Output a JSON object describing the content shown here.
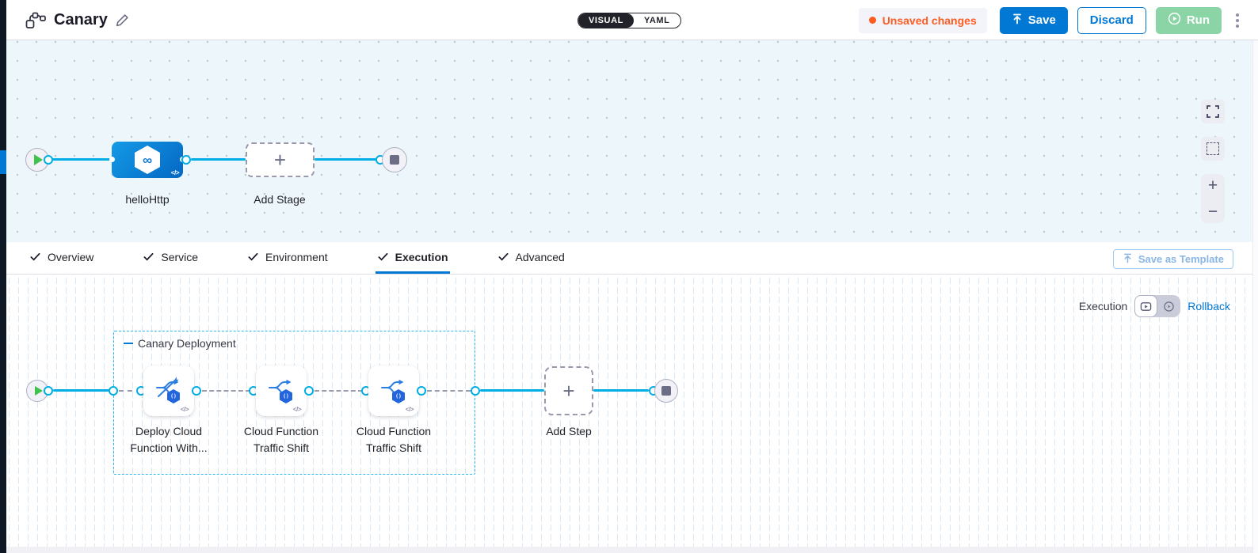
{
  "header": {
    "title": "Canary",
    "mode_toggle": {
      "visual_label": "VISUAL",
      "yaml_label": "YAML",
      "active": "VISUAL"
    },
    "unsaved_changes_label": "Unsaved changes",
    "save_label": "Save",
    "discard_label": "Discard",
    "run_label": "Run"
  },
  "stage_pipeline": {
    "stage_name": "helloHttp",
    "add_stage_label": "Add Stage"
  },
  "tabs": {
    "items": [
      {
        "label": "Overview"
      },
      {
        "label": "Service"
      },
      {
        "label": "Environment"
      },
      {
        "label": "Execution"
      },
      {
        "label": "Advanced"
      }
    ],
    "active": "Execution",
    "save_as_template_label": "Save as Template"
  },
  "execution": {
    "mode_label": "Execution",
    "rollback_label": "Rollback",
    "group": {
      "label": "Canary Deployment",
      "steps": [
        {
          "name_line1": "Deploy Cloud",
          "name_line2": "Function With..."
        },
        {
          "name_line1": "Cloud Function",
          "name_line2": "Traffic Shift"
        },
        {
          "name_line1": "Cloud Function",
          "name_line2": "Traffic Shift"
        }
      ]
    },
    "add_step_label": "Add Step"
  },
  "canvas_controls": {
    "zoom_in": "+",
    "zoom_out": "−"
  },
  "icons": {
    "code": "</>",
    "plus": "+",
    "stage_infinity": "∞",
    "function_badge": "( )"
  },
  "colors": {
    "primary_blue": "#0278d5",
    "connector_cyan": "#00ade4",
    "unsaved_orange": "#ff5c22",
    "run_green_disabled": "#8bd4a5",
    "toggle_dark": "#22222a",
    "group_border_cyan": "#2bb8ee"
  }
}
